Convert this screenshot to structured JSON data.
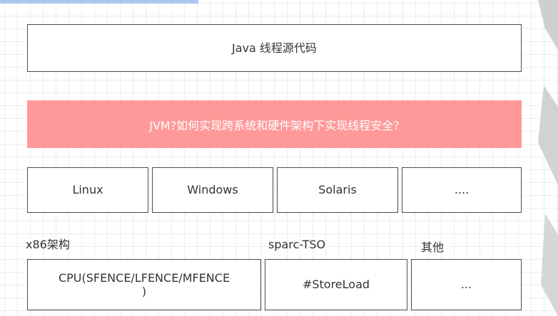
{
  "source_box": {
    "label": "Java 线程源代码"
  },
  "question_banner": {
    "label": "JVM?如何实现跨系统和硬件架构下实现线程安全?",
    "background": "#ff9999",
    "text_color": "#ffffff"
  },
  "os_boxes": [
    {
      "label": "Linux"
    },
    {
      "label": "Windows"
    },
    {
      "label": "Solaris"
    },
    {
      "label": "...."
    }
  ],
  "arch_labels": [
    {
      "label": "x86架构"
    },
    {
      "label": "sparc-TSO"
    },
    {
      "label": "其他"
    }
  ],
  "hardware_boxes": [
    {
      "label": "CPU(SFENCE/LFENCE/MFENCE\n)"
    },
    {
      "label": "#StoreLoad"
    },
    {
      "label": "..."
    }
  ],
  "accent_strip_color": "#a9c9f2"
}
